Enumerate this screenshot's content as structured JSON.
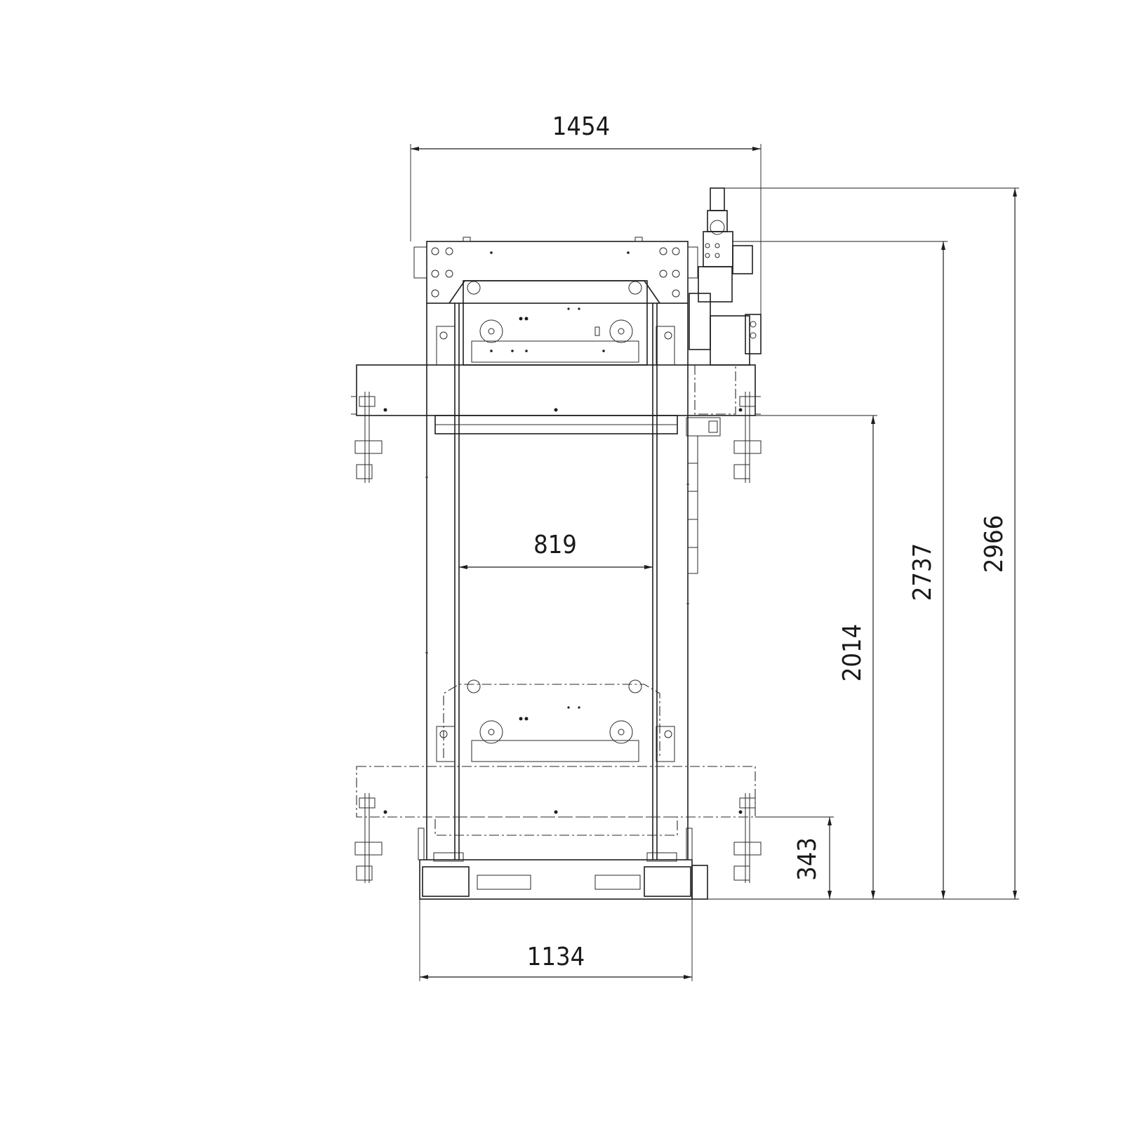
{
  "dimensions": {
    "overall_width": "1454",
    "clear_width": "819",
    "base_width": "1134",
    "overall_height": "2966",
    "frame_height": "2737",
    "upper_platform_height": "2014",
    "lower_platform_height": "343"
  }
}
